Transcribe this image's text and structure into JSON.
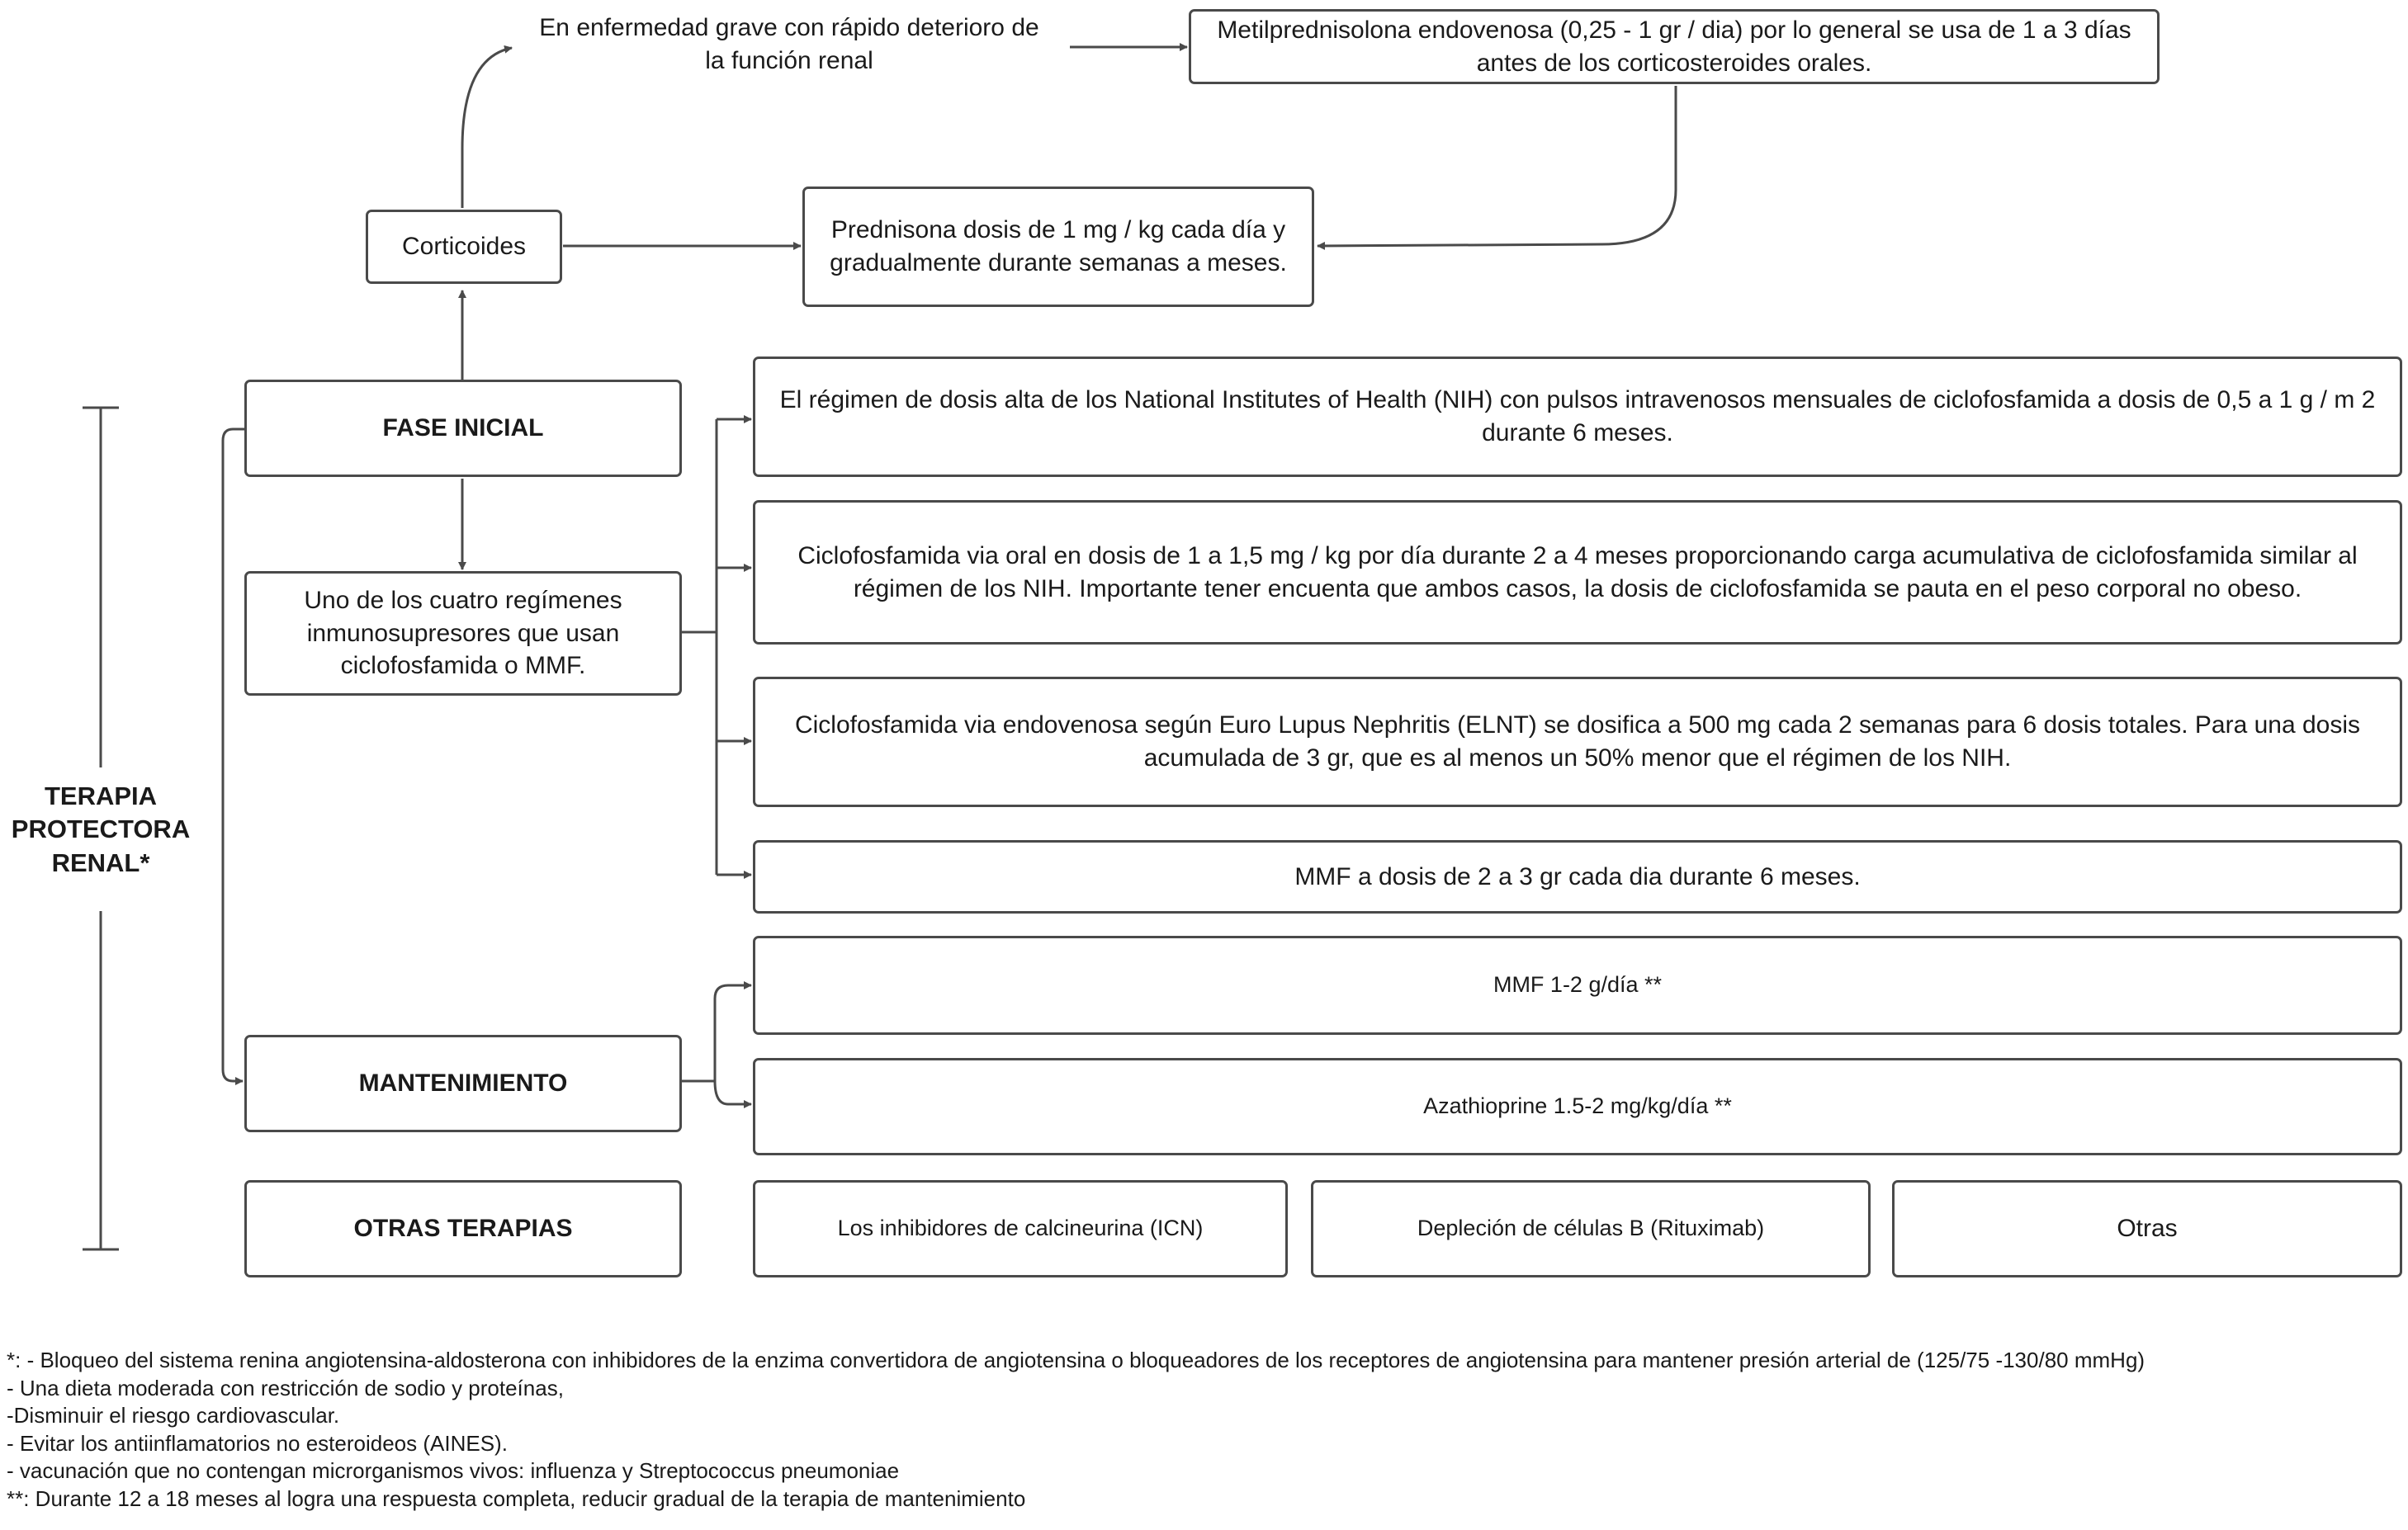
{
  "side_label": {
    "line1": "TERAPIA",
    "line2": "PROTECTORA",
    "line3": "RENAL*"
  },
  "severe_note": {
    "line1": "En enfermedad grave con rápido deterioro de",
    "line2": "la función renal"
  },
  "methylpred": "Metilprednisolona endovenosa (0,25 - 1 gr / dia) por lo general se usa de 1 a 3 días antes de los corticosteroides orales.",
  "corticoides": "Corticoides",
  "prednisona": "Prednisona dosis  de 1 mg / kg cada día y gradualmente durante semanas a meses.",
  "fase_inicial": "FASE INICIAL",
  "regimens_box": "Uno de los cuatro regímenes inmunosupresores que usan ciclofosfamida o MMF.",
  "nih_regimen": "El régimen de dosis alta de los National Institutes of Health (NIH) con pulsos intravenosos mensuales de ciclofosfamida a dosis de 0,5 a 1 g / m 2 durante 6 meses.",
  "oral_cyclo": "Ciclofosfamida via oral en dosis de 1 a 1,5 mg / kg por día durante 2 a 4 meses proporcionando carga acumulativa de ciclofosfamida similar al régimen de los NIH. Importante tener encuenta que ambos casos, la dosis de ciclofosfamida se pauta en el peso corporal no obeso.",
  "elnt_cyclo": "Ciclofosfamida via endovenosa según Euro Lupus Nephritis (ELNT) se dosifica a 500 mg cada 2 semanas para 6 dosis totales. Para una dosis  acumulada de 3 gr, que es al menos un 50% menor que el régimen de los NIH.",
  "mmf_initial": "MMF a dosis de 2 a 3 gr  cada dia durante 6 meses.",
  "mmf_maint": "MMF 1-2 g/día **",
  "mantenimiento": "MANTENIMIENTO",
  "azathioprine": "Azathioprine 1.5-2 mg/kg/día **",
  "otras_terapias": "OTRAS TERAPIAS",
  "icn": "Los inhibidores de calcineurina (ICN)",
  "rituximab": "Depleción de células B (Rituximab)",
  "otras": "Otras",
  "footnotes": [
    "*: - Bloqueo del sistema renina angiotensina-aldosterona con inhibidores de la enzima convertidora de angiotensina o bloqueadores de los receptores de angiotensina para mantener  presión arterial de (125/75 -130/80 mmHg)",
    "- Una dieta moderada con restricción de sodio y proteínas,",
    "-Disminuir el riesgo cardiovascular.",
    "- Evitar los antiinflamatorios no esteroideos (AINES).",
    "- vacunación que no contengan microrganismos vivos: influenza y Streptococcus pneumoniae",
    "**: Durante 12 a 18 meses al logra una respuesta completa, reducir gradual de la terapia de mantenimiento"
  ]
}
